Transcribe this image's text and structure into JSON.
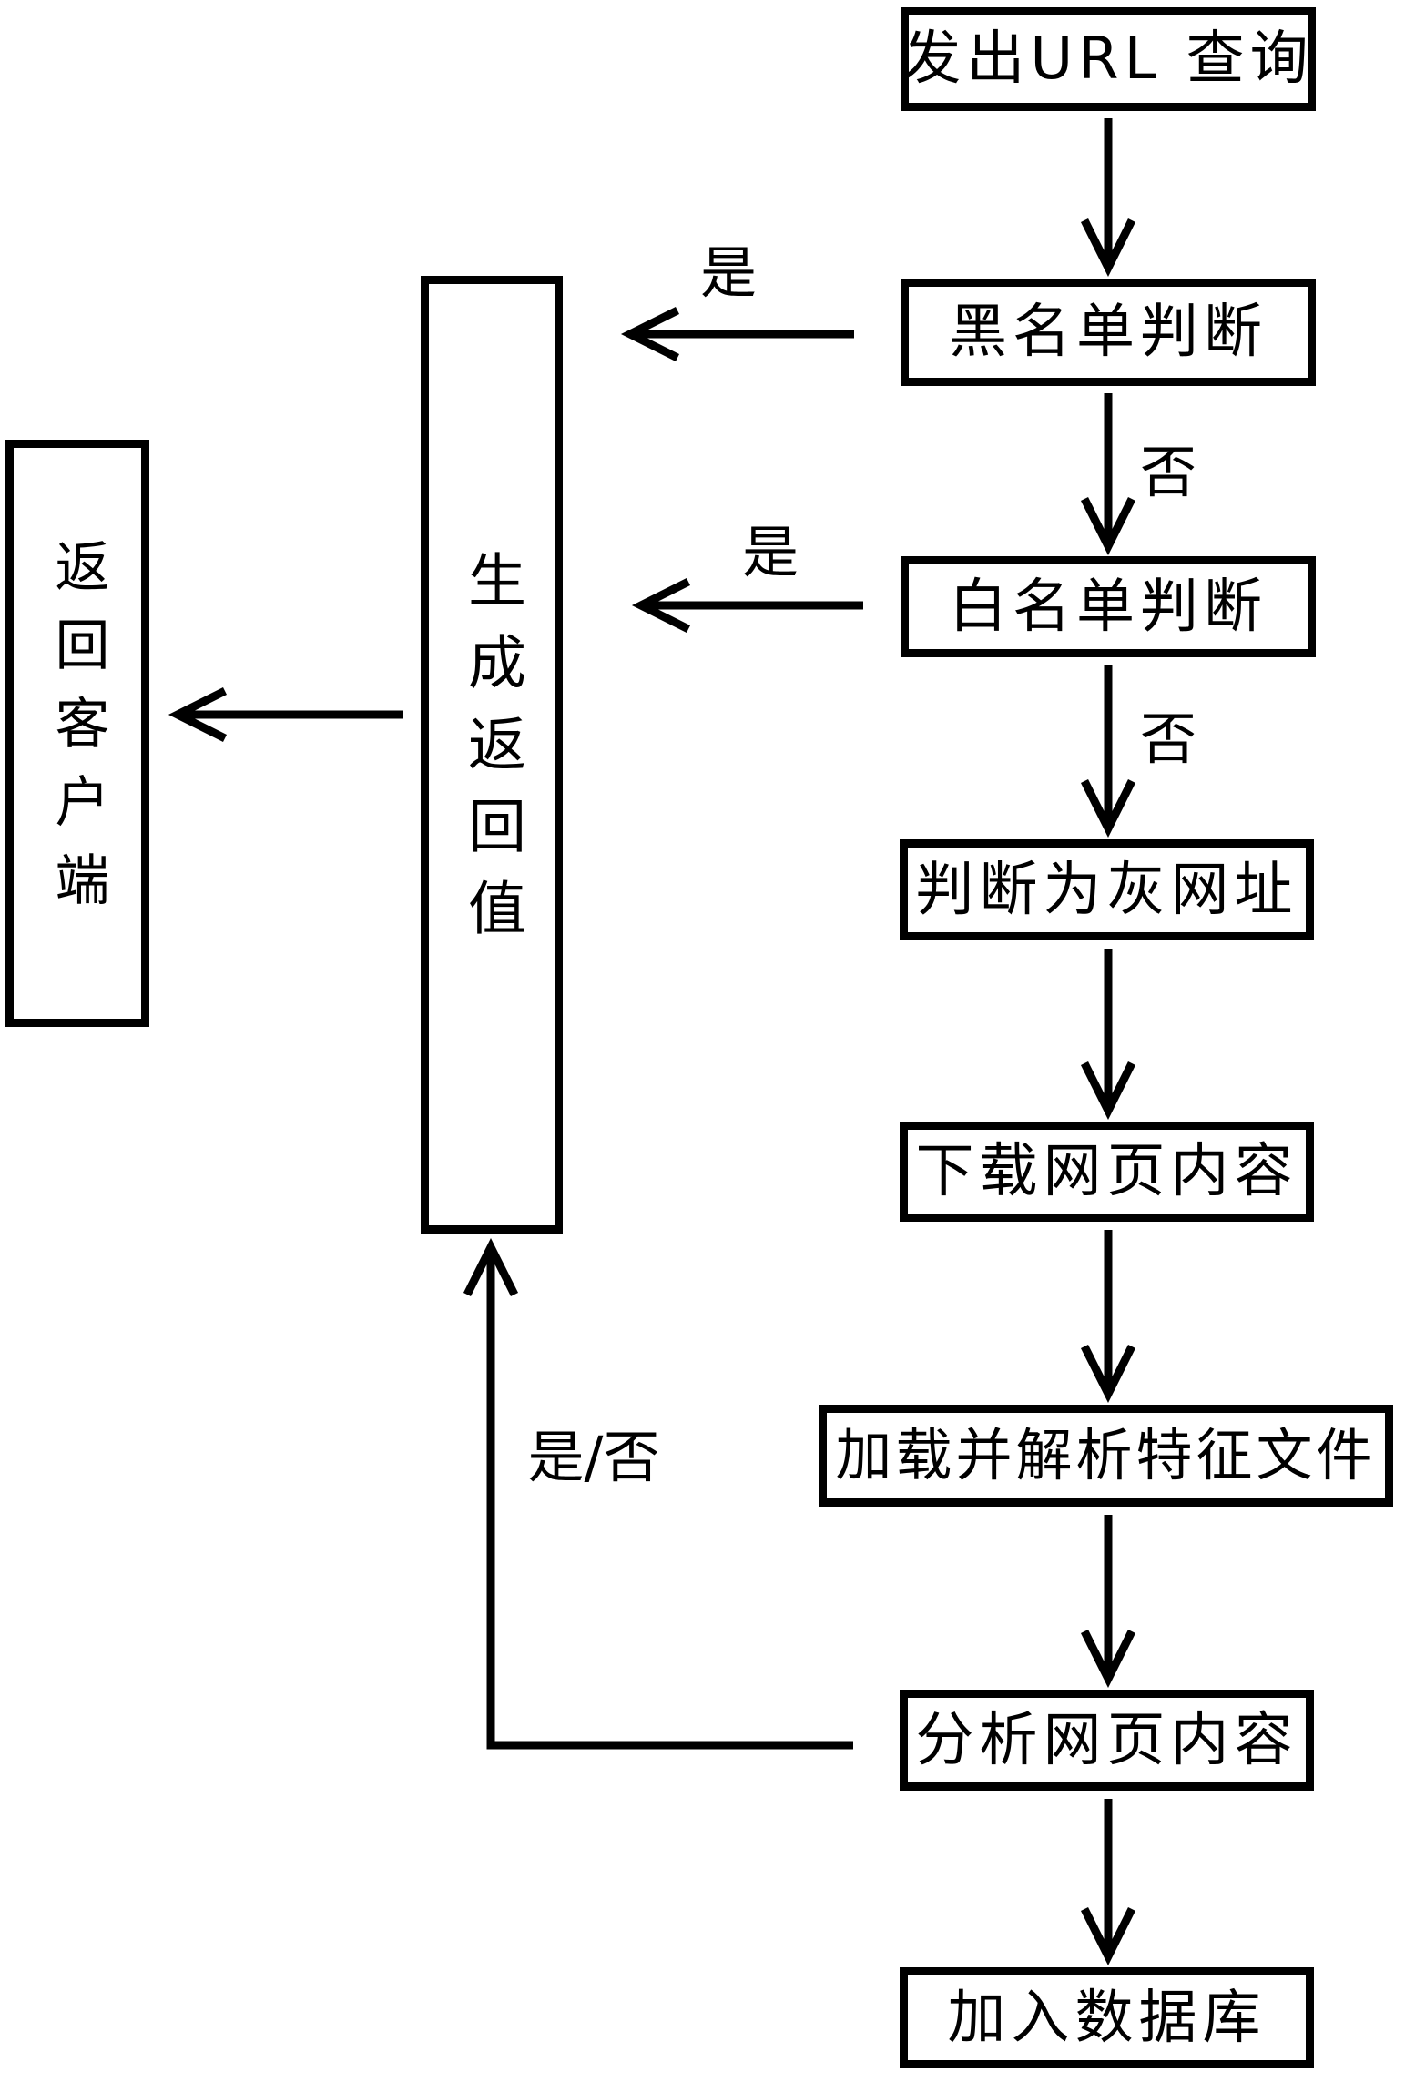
{
  "diagram": {
    "title": "URL query filtering flowchart",
    "nodes": {
      "issue_url_query": "发出URL 查询",
      "blacklist_check": "黑名单判断",
      "whitelist_check": "白名单判断",
      "judge_grey_url": "判断为灰网址",
      "download_page_content": "下载网页内容",
      "load_parse_feature_file": "加载并解析特征文件",
      "analyze_page_content": "分析网页内容",
      "add_to_database": "加入数据库",
      "generate_return_value": "生成返回值",
      "return_to_client": "返回客户端"
    },
    "edge_labels": {
      "yes_blacklist": "是",
      "no_blacklist": "否",
      "yes_whitelist": "是",
      "no_whitelist": "否",
      "yes_no_feedback": "是/否"
    },
    "colors": {
      "line": "#000000",
      "background": "#ffffff",
      "text": "#000000"
    }
  }
}
